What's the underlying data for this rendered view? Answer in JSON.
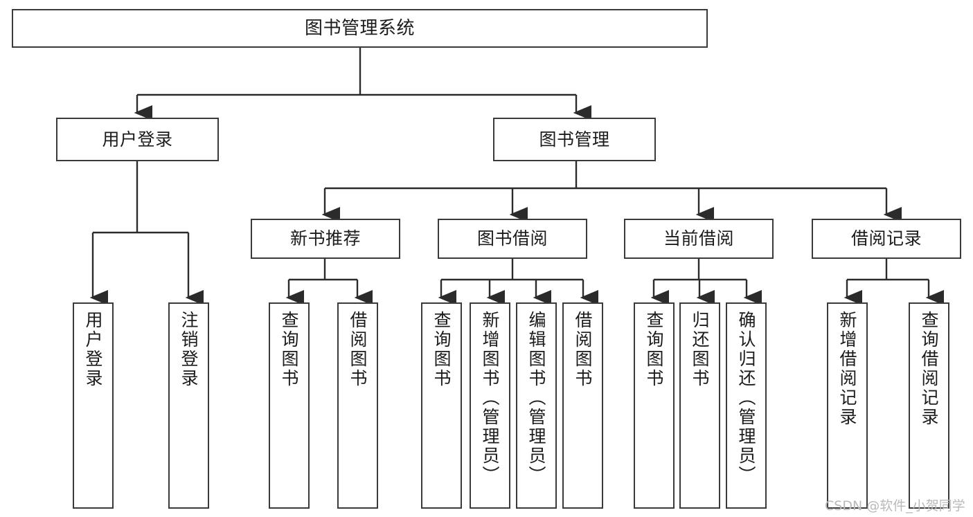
{
  "diagram": {
    "type": "tree",
    "title": "图书管理系统",
    "colors": {
      "box_border": "#3a3a3a",
      "box_fill": "#ffffff",
      "line": "#2b2b2b",
      "text": "#1b1b1b",
      "watermark": "#b9b9b9",
      "background": "#ffffff"
    },
    "root": {
      "label": "图书管理系统"
    },
    "level2": [
      {
        "label": "用户登录"
      },
      {
        "label": "图书管理"
      }
    ],
    "level3": [
      {
        "label": "新书推荐"
      },
      {
        "label": "图书借阅"
      },
      {
        "label": "当前借阅"
      },
      {
        "label": "借阅记录"
      }
    ],
    "leaves": {
      "user_login": [
        {
          "label": "用户登录"
        },
        {
          "label": "注销登录"
        }
      ],
      "new_book": [
        {
          "label": "查询图书"
        },
        {
          "label": "借阅图书"
        }
      ],
      "book_borrow": [
        {
          "label": "查询图书"
        },
        {
          "label": "新增图书（管理员）"
        },
        {
          "label": "编辑图书（管理员）"
        },
        {
          "label": "借阅图书"
        }
      ],
      "current_borrow": [
        {
          "label": "查询图书"
        },
        {
          "label": "归还图书"
        },
        {
          "label": "确认归还（管理员）"
        }
      ],
      "borrow_record": [
        {
          "label": "新增借阅记录"
        },
        {
          "label": "查询借阅记录"
        }
      ]
    }
  },
  "watermark": {
    "text": "CSDN @软件_小贺同学"
  }
}
